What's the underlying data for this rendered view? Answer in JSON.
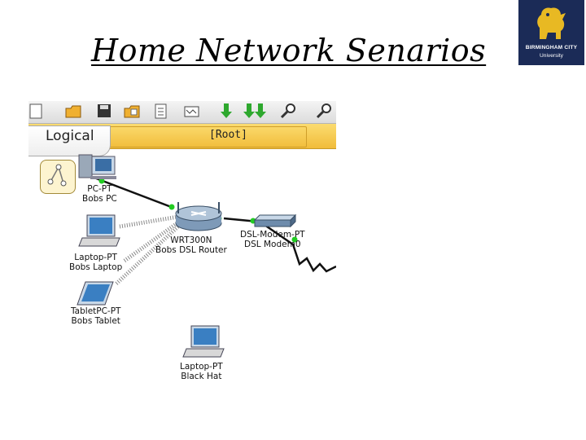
{
  "slide": {
    "title": "Home Network Senarios",
    "logo": {
      "line1": "BIRMINGHAM CITY",
      "line2": "University"
    }
  },
  "packet_tracer": {
    "workspace_tab": "Logical",
    "location": "[Root]",
    "toolbar": [
      "new-icon",
      "open-icon",
      "save-icon",
      "print-icon",
      "activity-wizard-icon",
      "copy-icon",
      "paste-icon",
      "undo-icon",
      "redo-icon",
      "zoom-in-icon",
      "zoom-reset-icon"
    ],
    "devices": {
      "bobs_pc": {
        "type": "PC-PT",
        "name": "Bobs PC"
      },
      "bobs_laptop": {
        "type": "Laptop-PT",
        "name": "Bobs Laptop"
      },
      "bobs_tablet": {
        "type": "TabletPC-PT",
        "name": "Bobs Tablet"
      },
      "router": {
        "type": "WRT300N",
        "name": "Bobs DSL Router"
      },
      "modem": {
        "type": "DSL-Modem-PT",
        "name": "DSL Modem0"
      },
      "black_hat": {
        "type": "Laptop-PT",
        "name": "Black Hat"
      }
    },
    "colors": {
      "link_up": "#22cc22",
      "workspace_bar": "#f4c84c"
    }
  }
}
